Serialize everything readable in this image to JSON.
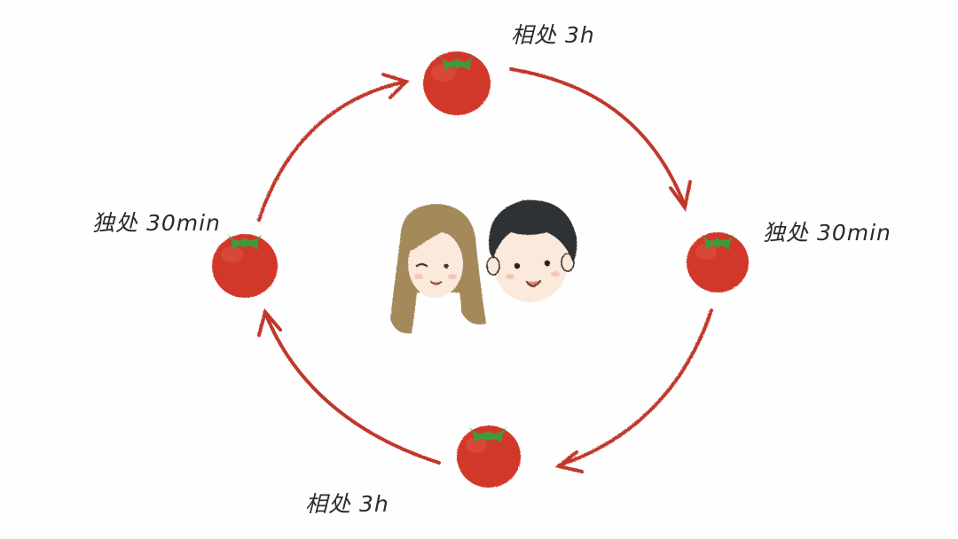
{
  "labels": {
    "top": "相处 3h",
    "right": "独处 30min",
    "bottom": "相处 3h",
    "left": "独处 30min"
  },
  "colors": {
    "tomato": "#d1372a",
    "tomato_shade": "#b42a20",
    "leaf": "#3f9a3a",
    "arrow": "#c0392b",
    "girl_hair": "#a4895a",
    "boy_hair": "#2f3136",
    "skin": "#fbe9dc"
  },
  "icons": {
    "nodes": "tomato-icon",
    "girl": "girl-face-icon",
    "boy": "boy-face-icon"
  }
}
